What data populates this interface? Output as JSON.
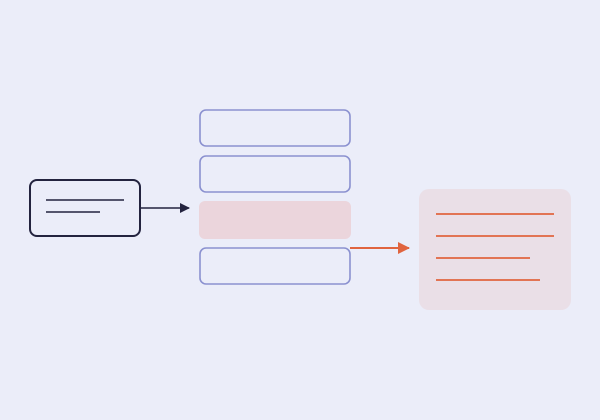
{
  "colors": {
    "background": "#ebedf9",
    "source_stroke": "#23233f",
    "list_stroke": "#8b91d0",
    "highlight_fill": "#ebd5dc",
    "output_fill": "#eadfe7",
    "output_line": "#e0643f",
    "connector_dark": "#23233f",
    "connector_accent": "#e0643f"
  },
  "diagram": {
    "source_icon": "document-card-icon",
    "list_slot_count": 4,
    "highlighted_slot": 3,
    "output_icon": "text-lines-panel-icon",
    "output_line_count": 4
  }
}
